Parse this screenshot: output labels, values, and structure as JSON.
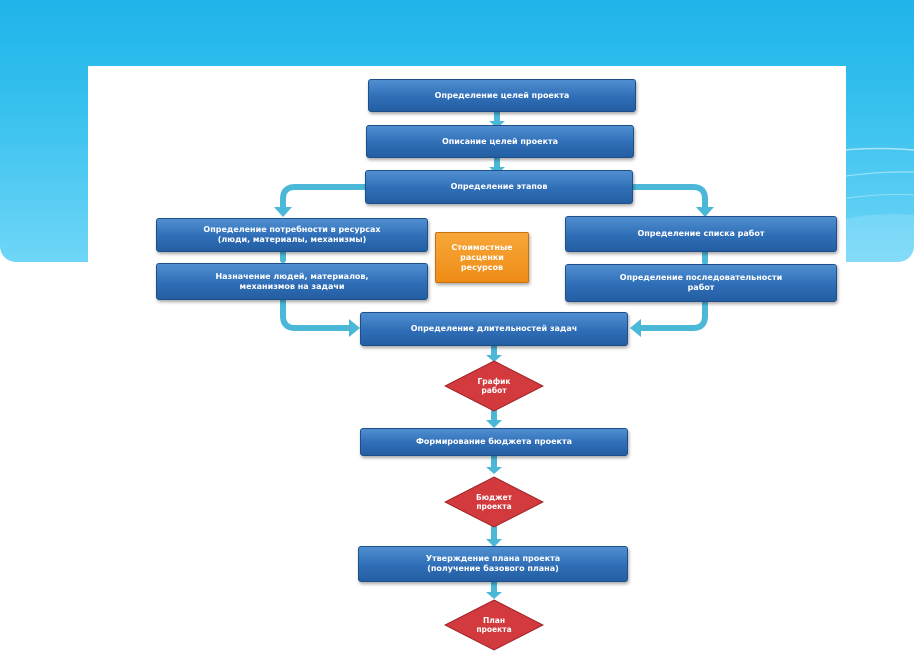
{
  "steps": {
    "define_goals": "Определение целей проекта",
    "describe_goals": "Описание целей проекта",
    "define_stages": "Определение этапов",
    "resource_needs": "Определение потребности в ресурсах\n(люди, материалы, механизмы)",
    "assign_resources": "Назначение людей, материалов,\nмеханизмов на задачи",
    "work_list": "Определение списка работ",
    "work_sequence": "Определение последовательности\nработ",
    "task_durations": "Определение длительностей задач",
    "budget_formation": "Формирование бюджета проекта",
    "plan_approval": "Утверждение плана проекта\n(получение базового плана)"
  },
  "note": {
    "resource_rates": "Стоимостные\nрасценки\nресурсов"
  },
  "milestones": {
    "schedule": "График\nработ",
    "budget": "Бюджет\nпроекта",
    "plan": "План\nпроекта"
  },
  "colors": {
    "header": "#1fb4ea",
    "step_fill": "#2f6eb7",
    "connector": "#4bb8d8",
    "milestone_fill": "#d23a3e",
    "note_fill": "#f29a22"
  }
}
